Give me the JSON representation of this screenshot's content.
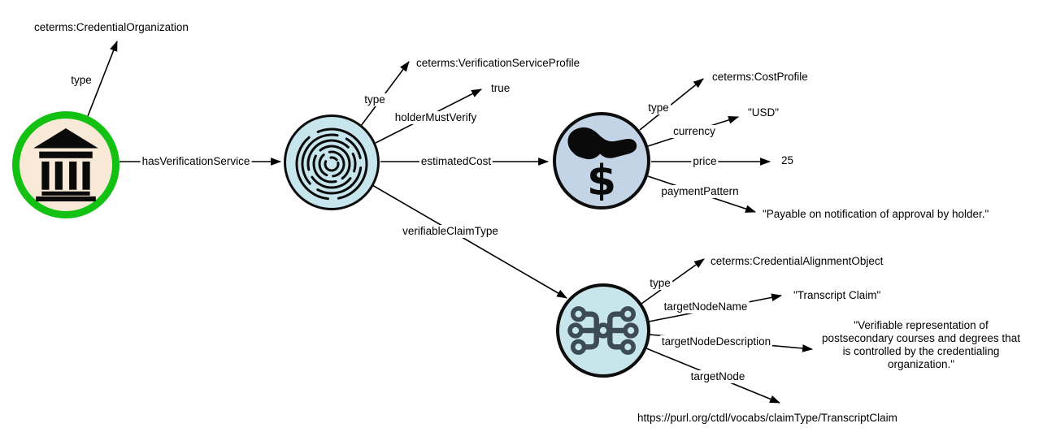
{
  "colors": {
    "org_ring": "#12c112",
    "org_fill": "#f9ead8",
    "verification_fill": "#c7e5ec",
    "cost_fill": "#c3d4e7",
    "claim_fill": "#c7e6ec",
    "node_border": "#0d0d0d",
    "icon_black": "#0a0a0a",
    "claim_icon_color": "#3d4a57",
    "edge_color": "#000000"
  },
  "org": {
    "icon": "bank-icon",
    "type_label": "type",
    "type_value": "ceterms:CredentialOrganization",
    "has_verification_service_label": "hasVerificationService"
  },
  "verification": {
    "icon": "fingerprint-icon",
    "type_label": "type",
    "type_value": "ceterms:VerificationServiceProfile",
    "holder_must_verify_label": "holderMustVerify",
    "holder_must_verify_value": "true",
    "estimated_cost_label": "estimatedCost",
    "verifiable_claim_type_label": "verifiableClaimType"
  },
  "cost": {
    "icon": "hand-dollar-icon",
    "icon_dollar": "$",
    "type_label": "type",
    "type_value": "ceterms:CostProfile",
    "currency_label": "currency",
    "currency_value": "\"USD\"",
    "price_label": "price",
    "price_value": "25",
    "payment_pattern_label": "paymentPattern",
    "payment_pattern_value": "\"Payable on notification of approval by holder.\""
  },
  "claim": {
    "icon": "network-icon",
    "type_label": "type",
    "type_value": "ceterms:CredentialAlignmentObject",
    "target_node_name_label": "targetNodeName",
    "target_node_name_value": "\"Transcript Claim\"",
    "target_node_description_label": "targetNodeDescription",
    "target_node_description_value": "\"Verifiable representation of postsecondary courses and degrees that is controlled by the credentialing organization.\"",
    "target_node_label": "targetNode",
    "target_node_value": "https://purl.org/ctdl/vocabs/claimType/TranscriptClaim"
  }
}
